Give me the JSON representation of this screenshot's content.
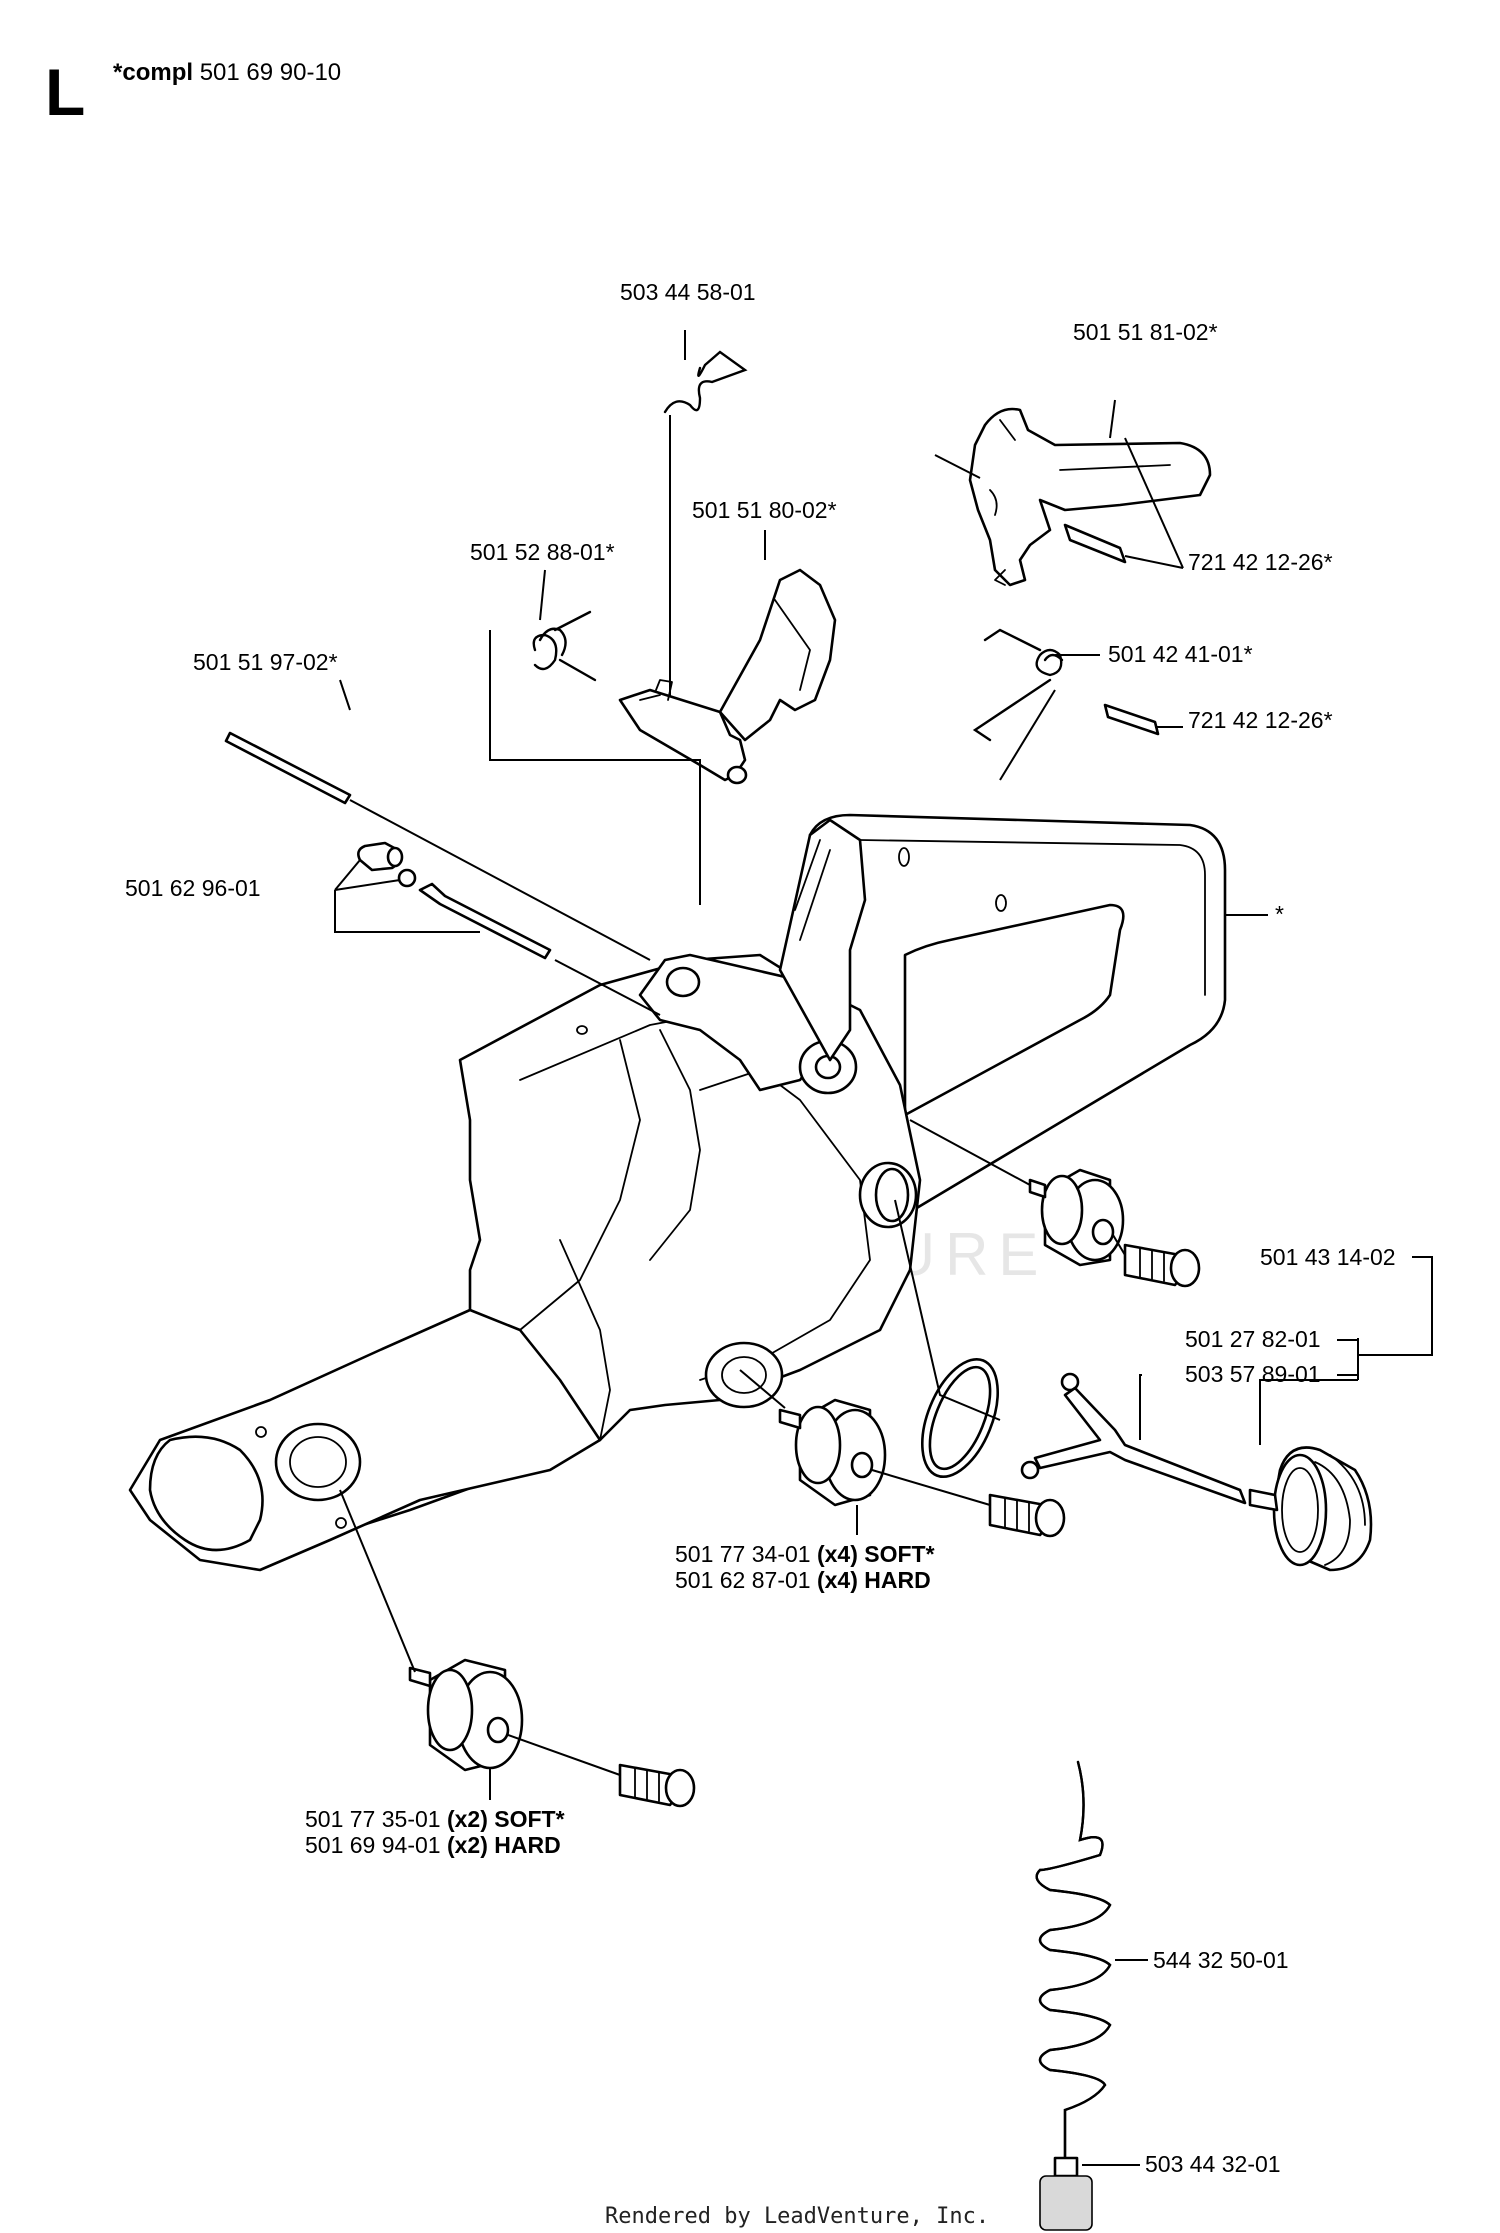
{
  "header": {
    "section_letter": "L",
    "compl_prefix": "*compl",
    "compl_number": "501 69 90-10"
  },
  "callouts": {
    "spring_clip": "503 44 58-01",
    "throttle_lever": "501 51 81-02*",
    "lever_pin_upper": "721 42 12-26*",
    "trigger_lockout": "501 51 80-02*",
    "lockout_spring": "501 52 88-01*",
    "torsion_spring": "501 42 41-01*",
    "lever_pin_lower": "721 42 12-26*",
    "throttle_rod": "501 51 97-02*",
    "rod_set": "501 62 96-01",
    "handle_asterisk": "*",
    "tank_cap_assembly": "501 43 14-02",
    "o_ring": "501 27 82-01",
    "cap_retainer": "503 57 89-01",
    "av_mid_soft_pn": "501 77 34-01",
    "av_mid_soft_qty": "(x4) SOFT*",
    "av_mid_hard_pn": "501 62 87-01",
    "av_mid_hard_qty": "(x4) HARD",
    "av_low_soft_pn": "501 77 35-01",
    "av_low_soft_qty": "(x2) SOFT*",
    "av_low_hard_pn": "501 69 94-01",
    "av_low_hard_qty": "(x2) HARD",
    "fuel_hose": "544 32 50-01",
    "fuel_filter": "503 44 32-01"
  },
  "watermark": "LEADVENTURE",
  "footer": "Rendered by LeadVenture, Inc."
}
